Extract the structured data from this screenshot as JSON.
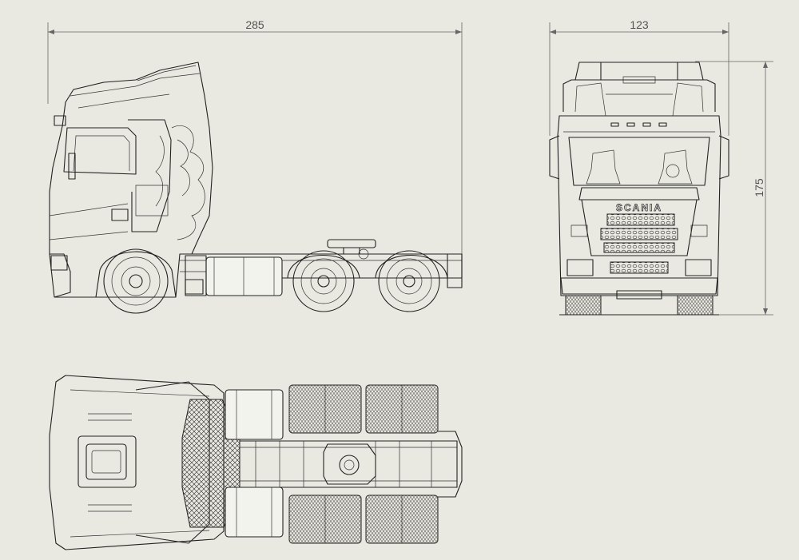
{
  "dimensions": {
    "length": "285",
    "width": "123",
    "height": "175"
  },
  "views": {
    "front_logo": "SCANIA"
  },
  "colors": {
    "background": "#e9e9e1",
    "line": "#222222",
    "dimension": "#666666"
  }
}
